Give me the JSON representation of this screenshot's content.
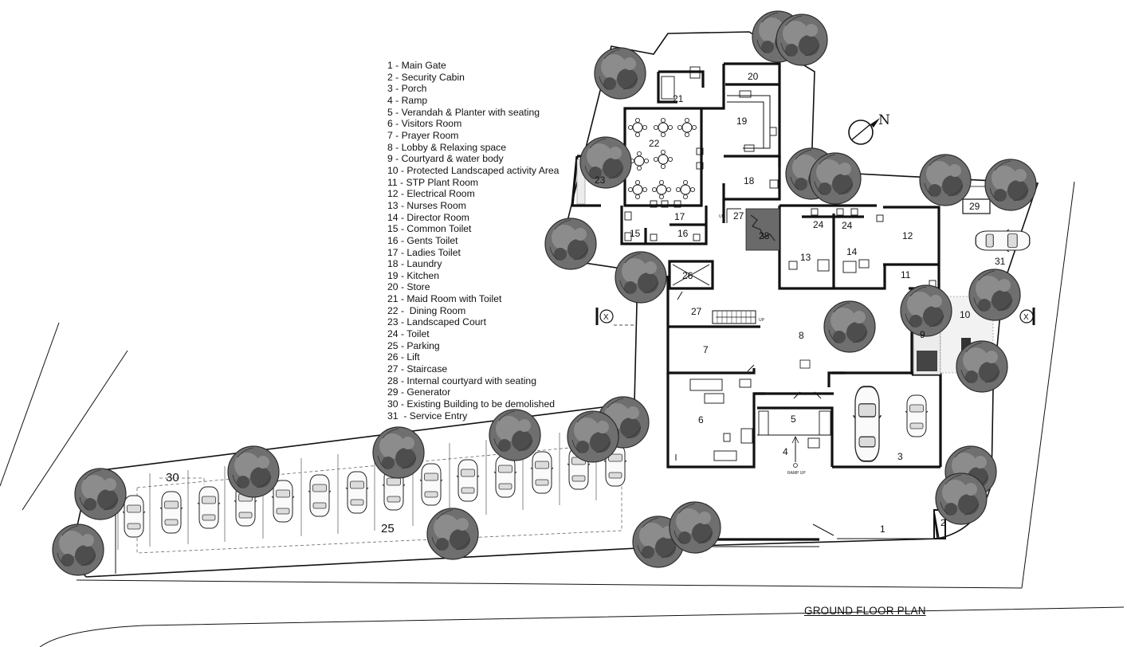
{
  "legend": [
    "1 - Main Gate",
    "2 - Security Cabin",
    "3 - Porch",
    "4 - Ramp",
    "5 - Verandah & Planter with seating",
    "6 - Visitors Room",
    "7 - Prayer Room",
    "8 - Lobby & Relaxing space",
    "9 - Courtyard & water body",
    "10 - Protected Landscaped activity Area",
    "11 - STP Plant Room",
    "12 - Electrical Room",
    "13 - Nurses Room",
    "14 - Director Room",
    "15 - Common Toilet",
    "16 - Gents Toilet",
    "17 - Ladies Toilet",
    "18 - Laundry",
    "19 - Kitchen",
    "20 - Store",
    "21 - Maid Room with Toilet",
    "22 -  Dining Room",
    "23 - Landscaped Court",
    "24 - Toilet",
    "25 - Parking",
    "26 - Lift",
    "27 - Staircase",
    "28 - Internal courtyard with seating",
    "29 - Generator",
    "30 - Existing Building to be demolished",
    "31  - Service Entry"
  ],
  "title": "GROUND FLOOR PLAN",
  "north": "N",
  "section_mark": "X",
  "labels": {
    "up": "UP",
    "ramp_up": "RAMP UP"
  },
  "rooms": [
    {
      "id": "room-1",
      "num": "1"
    },
    {
      "id": "room-2",
      "num": "2"
    },
    {
      "id": "room-3",
      "num": "3"
    },
    {
      "id": "room-4",
      "num": "4"
    },
    {
      "id": "room-5",
      "num": "5"
    },
    {
      "id": "room-6",
      "num": "6"
    },
    {
      "id": "room-7",
      "num": "7"
    },
    {
      "id": "room-8",
      "num": "8"
    },
    {
      "id": "room-9",
      "num": "9"
    },
    {
      "id": "room-10",
      "num": "10"
    },
    {
      "id": "room-11",
      "num": "11"
    },
    {
      "id": "room-12",
      "num": "12"
    },
    {
      "id": "room-13",
      "num": "13"
    },
    {
      "id": "room-14",
      "num": "14"
    },
    {
      "id": "room-15",
      "num": "15"
    },
    {
      "id": "room-16",
      "num": "16"
    },
    {
      "id": "room-17",
      "num": "17"
    },
    {
      "id": "room-18",
      "num": "18"
    },
    {
      "id": "room-19",
      "num": "19"
    },
    {
      "id": "room-20",
      "num": "20"
    },
    {
      "id": "room-21",
      "num": "21"
    },
    {
      "id": "room-22",
      "num": "22"
    },
    {
      "id": "room-23",
      "num": "23"
    },
    {
      "id": "room-24a",
      "num": "24"
    },
    {
      "id": "room-24b",
      "num": "24"
    },
    {
      "id": "room-25",
      "num": "25"
    },
    {
      "id": "room-26",
      "num": "26"
    },
    {
      "id": "room-27a",
      "num": "27"
    },
    {
      "id": "room-27b",
      "num": "27"
    },
    {
      "id": "room-28",
      "num": "28"
    },
    {
      "id": "room-29",
      "num": "29"
    },
    {
      "id": "room-30",
      "num": "30"
    },
    {
      "id": "room-31",
      "num": "31"
    }
  ]
}
